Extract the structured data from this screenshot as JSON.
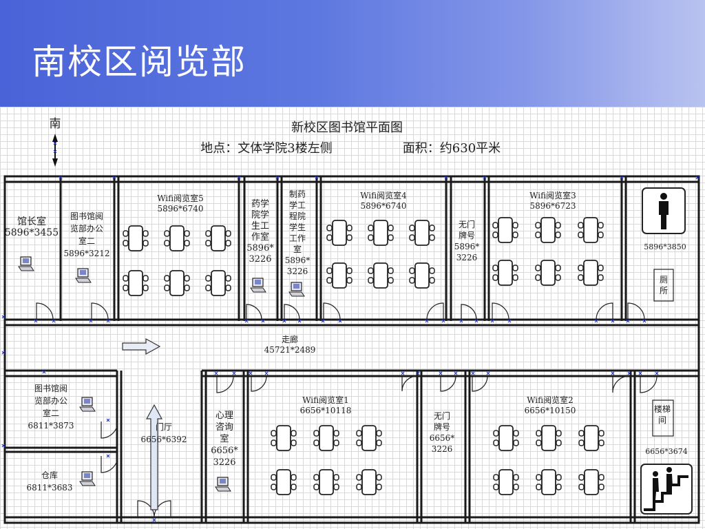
{
  "slide_title": "南校区阅览部",
  "plan_title": "新校区图书馆平面图",
  "location": "地点：文体学院3楼左侧",
  "area": "面积：约630平米",
  "compass_label": "南",
  "rooms": [
    {
      "id": "director",
      "lines": [
        "馆长室",
        "5896*3455"
      ]
    },
    {
      "id": "office-1",
      "lines": [
        "图书馆阅",
        "览部办公",
        "室二",
        "5896*3212"
      ]
    },
    {
      "id": "wifi-5",
      "lines": [
        "Wifi阅览室5",
        "5896*6740"
      ]
    },
    {
      "id": "pharmacy-studio",
      "lines": [
        "药学",
        "院学",
        "生工",
        "作室",
        "5896*",
        "3226"
      ]
    },
    {
      "id": "pharma-eng-studio",
      "lines": [
        "制药",
        "学工",
        "程院",
        "学生",
        "工作",
        "室",
        "5896*",
        "3226"
      ]
    },
    {
      "id": "wifi-4",
      "lines": [
        "Wifi阅览室4",
        "5896*6740"
      ]
    },
    {
      "id": "no-door-1",
      "lines": [
        "无门",
        "牌号",
        "5896*",
        "3226"
      ]
    },
    {
      "id": "wifi-3",
      "lines": [
        "Wifi阅览室3",
        "5896*6723"
      ]
    },
    {
      "id": "restroom-size",
      "lines": [
        "5896*3850"
      ]
    },
    {
      "id": "restroom",
      "lines": [
        "厕",
        "所"
      ]
    },
    {
      "id": "corridor",
      "lines": [
        "走廊",
        "45721*2489"
      ]
    },
    {
      "id": "office-2",
      "lines": [
        "图书馆阅",
        "览部办公",
        "室二",
        "6811*3873"
      ]
    },
    {
      "id": "storage",
      "lines": [
        "仓库",
        "6811*3683"
      ]
    },
    {
      "id": "hall",
      "lines": [
        "门厅",
        "6656*6392"
      ]
    },
    {
      "id": "counseling",
      "lines": [
        "心理",
        "咨询",
        "室",
        "6656*",
        "3226"
      ]
    },
    {
      "id": "wifi-1",
      "lines": [
        "Wifi阅览室1",
        "6656*10118"
      ]
    },
    {
      "id": "no-door-2",
      "lines": [
        "无门",
        "牌号",
        "6656*",
        "3226"
      ]
    },
    {
      "id": "wifi-2",
      "lines": [
        "Wifi阅览室2",
        "6656*10150"
      ]
    },
    {
      "id": "stairwell",
      "lines": [
        "楼梯",
        "间"
      ]
    },
    {
      "id": "stairwell-size",
      "lines": [
        "6656*3674"
      ]
    }
  ],
  "icons": {
    "compass": "north-arrow-icon",
    "computer": "computer-icon",
    "table": "table-with-chairs-icon",
    "restroom": "restroom-man-icon",
    "stairs": "stairs-icon",
    "direction": "direction-arrow-icon"
  },
  "colors": {
    "header_start": "#4a63d8",
    "header_end": "#b9c3f0",
    "wall": "#1a1a1a",
    "marker": "#1a2fc8"
  }
}
